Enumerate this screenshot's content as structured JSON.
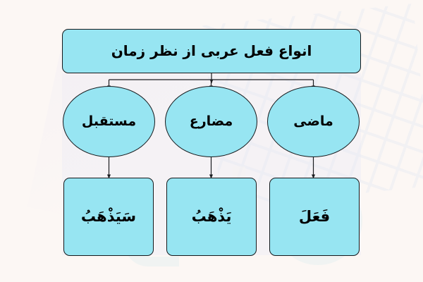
{
  "diagram": {
    "title_node": {
      "label": "انواع فعل عربی از نظر زمان"
    },
    "tense_nodes": [
      {
        "id": "mostaqbal",
        "label": "مستقبل"
      },
      {
        "id": "mozare",
        "label": "مضارع"
      },
      {
        "id": "mazi",
        "label": "ماضی"
      }
    ],
    "example_nodes": [
      {
        "id": "sayadhhabu",
        "label": "سَيَذْهَبُ"
      },
      {
        "id": "yadhhabu",
        "label": "يَذْهَبُ"
      },
      {
        "id": "faala",
        "label": "فَعَلَ"
      }
    ],
    "colors": {
      "background": "#fcf7f4",
      "panel": "#f5f2f5",
      "node_fill": "#97e5f2",
      "node_stroke": "#16191c",
      "text": "#000000",
      "connector": "#1b1d20"
    }
  }
}
